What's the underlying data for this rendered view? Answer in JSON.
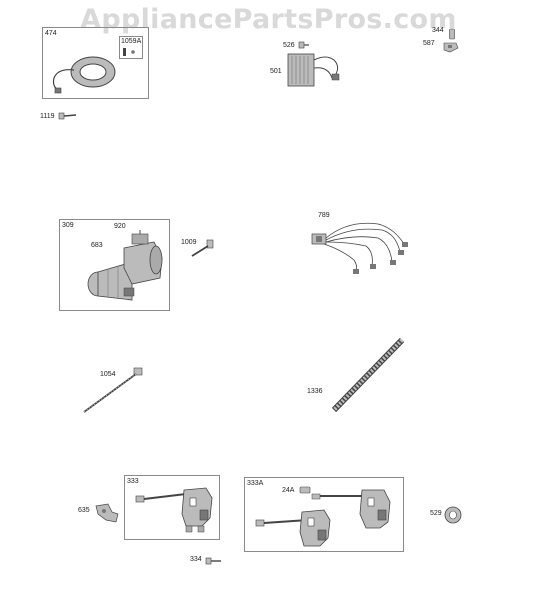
{
  "watermark": "AppliancePartsPros.com",
  "colors": {
    "line": "#444444",
    "fill": "#bbbbbb",
    "dark": "#777777",
    "box_border": "#8a8a8a"
  },
  "groups": [
    {
      "id": "474",
      "label": "474"
    },
    {
      "id": "1059A",
      "label": "1059A"
    },
    {
      "id": "309",
      "label": "309"
    },
    {
      "id": "333",
      "label": "333"
    },
    {
      "id": "333A",
      "label": "333A"
    }
  ],
  "callouts": {
    "p1119": "1119",
    "p526": "526",
    "p501": "501",
    "p344": "344",
    "p587": "587",
    "p920": "920",
    "p683": "683",
    "p1009": "1009",
    "p789": "789",
    "p1054": "1054",
    "p1336": "1336",
    "p635": "635",
    "p24A": "24A",
    "p529": "529",
    "p334": "334"
  }
}
